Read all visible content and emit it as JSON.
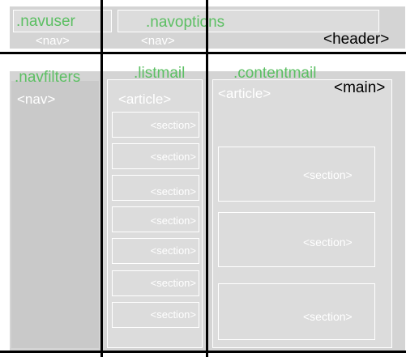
{
  "header": {
    "label": "<header>",
    "navuser": {
      "class_label": ".navuser",
      "tag_label": "<nav>"
    },
    "navoptions": {
      "class_label": ".navoptions",
      "tag_label": "<nav>"
    }
  },
  "main": {
    "label": "<main>",
    "navfilters": {
      "class_label": ".navfilters",
      "tag_label": "<nav>"
    },
    "listmail": {
      "class_label": ".listmail",
      "tag_label": "<article>",
      "sections": [
        "<section>",
        "<section>",
        "<section>",
        "<section>",
        "<section>",
        "<section>",
        "<section>"
      ]
    },
    "contentmail": {
      "class_label": ".contentmail",
      "tag_label": "<article>",
      "sections": [
        "<section>",
        "<section>",
        "<section>"
      ]
    }
  },
  "colors": {
    "class_label": "#5cbf63",
    "region_fill": "#d4d4d4",
    "guide_line": "#000000",
    "tag_label": "#ffffff"
  }
}
